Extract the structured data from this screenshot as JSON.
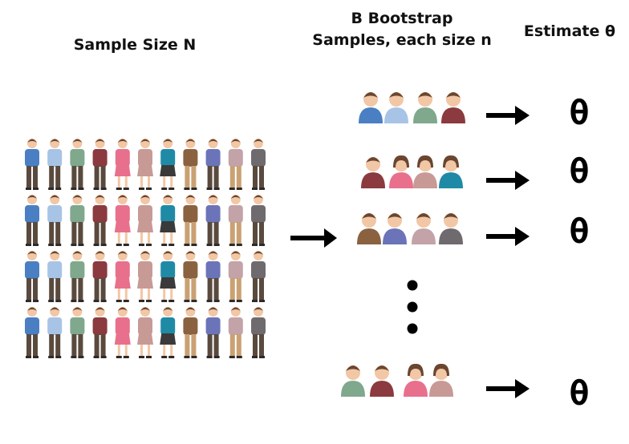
{
  "headings": {
    "sample": "Sample Size N",
    "bootstrap_line1": "B Bootstrap",
    "bootstrap_line2": "Samples, each size n",
    "estimate": "Estimate θ"
  },
  "estimate_symbol": "θ",
  "colors": {
    "blue": "#4a7fc4",
    "light_blue": "#a7c4e6",
    "green": "#7fa88d",
    "maroon": "#8b3a3f",
    "pink": "#e8708c",
    "mauve": "#c79a96",
    "teal": "#1f8aa6",
    "brown": "#8a6240",
    "violet": "#6b74b8",
    "rose_gray": "#c3a3a8",
    "gray": "#6f6a6e",
    "arrow": "#000000"
  },
  "population_rows": 4,
  "population_columns": 11,
  "population_person_types": [
    "blue",
    "light_blue",
    "green",
    "maroon",
    "pink",
    "mauve",
    "teal",
    "brown",
    "violet",
    "rose_gray",
    "gray"
  ],
  "bootstrap_samples": [
    {
      "people": [
        "blue",
        "light_blue",
        "green",
        "maroon"
      ]
    },
    {
      "people": [
        "maroon",
        "pink",
        "mauve",
        "teal"
      ]
    },
    {
      "people": [
        "brown",
        "violet",
        "rose_gray",
        "gray"
      ]
    },
    {
      "people": [
        "green",
        "maroon",
        "pink",
        "mauve"
      ]
    }
  ],
  "ellipsis_dots": 3
}
